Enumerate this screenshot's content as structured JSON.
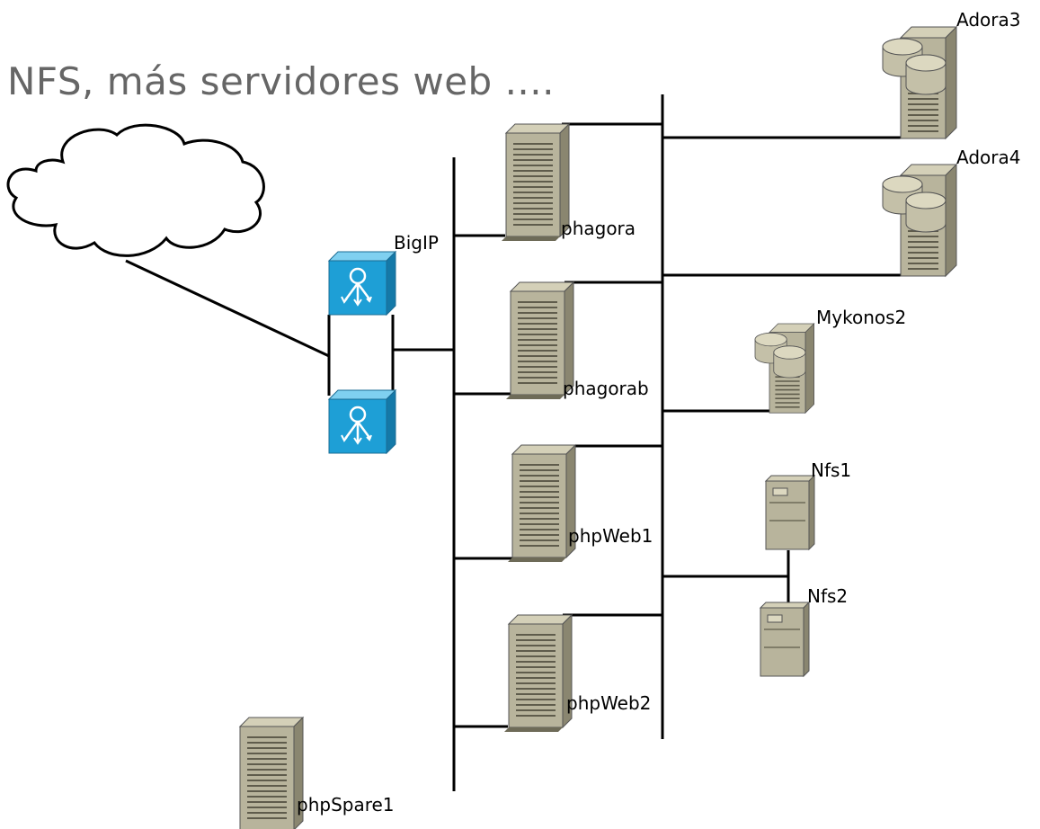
{
  "slide": {
    "subtitle": "NFS, más servidores web ...."
  },
  "nodes": {
    "internet": {
      "icon": "cloud-icon"
    },
    "bigip": {
      "label": "BigIP",
      "icon": "load-balancer-icon"
    },
    "phagora": {
      "label": "phagora",
      "icon": "tower-server-icon"
    },
    "phagorab": {
      "label": "phagorab",
      "icon": "tower-server-icon"
    },
    "phpweb1": {
      "label": "phpWeb1",
      "icon": "tower-server-icon"
    },
    "phpweb2": {
      "label": "phpWeb2",
      "icon": "tower-server-icon"
    },
    "phpspare1": {
      "label": "phpSpare1",
      "icon": "tower-server-icon"
    },
    "adora3": {
      "label": "Adora3",
      "icon": "database-server-icon"
    },
    "adora4": {
      "label": "Adora4",
      "icon": "database-server-icon"
    },
    "mykonos2": {
      "label": "Mykonos2",
      "icon": "database-server-icon"
    },
    "nfs1": {
      "label": "Nfs1",
      "icon": "file-server-icon"
    },
    "nfs2": {
      "label": "Nfs2",
      "icon": "file-server-icon"
    }
  },
  "colors": {
    "server_fill": "#b8b49c",
    "server_dark": "#8a8670",
    "balancer_fill": "#1e9fd6",
    "line": "#000000",
    "subtitle": "#666666"
  }
}
